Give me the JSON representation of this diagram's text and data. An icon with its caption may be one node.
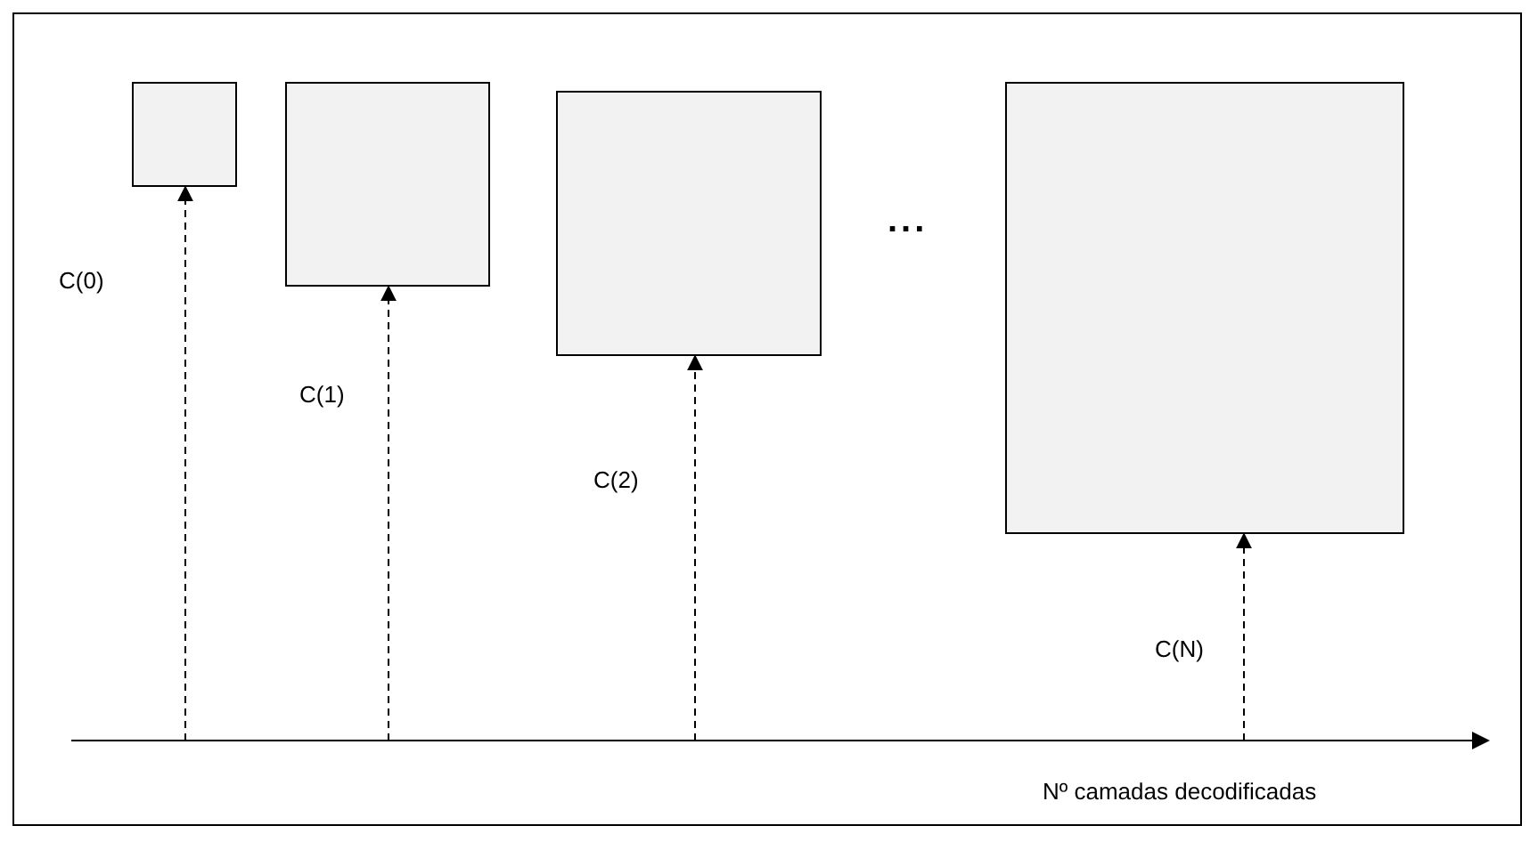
{
  "diagram": {
    "nodes": [
      {
        "text": [],
        "shape": "box"
      },
      {
        "text": [],
        "shape": "box"
      },
      {
        "text": [],
        "shape": "box"
      },
      {
        "text": [],
        "shape": "box"
      }
    ],
    "edges": [
      {
        "from": null,
        "to": 0,
        "arrow": "to",
        "style": "dashed",
        "label": "C(0)"
      },
      {
        "from": null,
        "to": 1,
        "arrow": "to",
        "style": "dashed",
        "label": "C(1)"
      },
      {
        "from": null,
        "to": 2,
        "arrow": "to",
        "style": "dashed",
        "label": "C(2)"
      },
      {
        "from": null,
        "to": 3,
        "arrow": "to",
        "style": "dashed",
        "label": "C(N)"
      }
    ],
    "labels": [
      "...",
      "Nº camadas decodificadas"
    ]
  }
}
